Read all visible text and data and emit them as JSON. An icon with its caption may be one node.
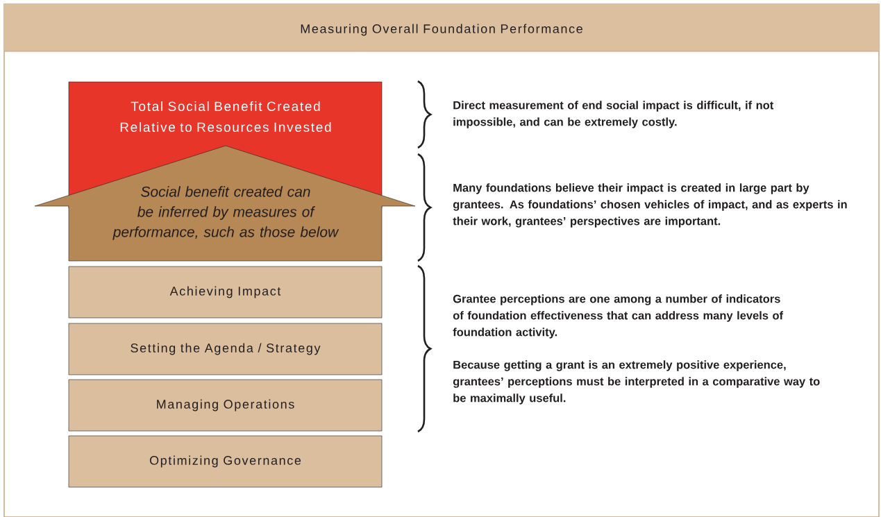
{
  "diagram": {
    "title": "Measuring Overall Foundation Performance",
    "nodes": [
      {
        "text": [
          "Total Social Benefit Created Relative to Resources Invested"
        ]
      },
      {
        "text": [
          "Social benefit created can be inferred by measures of performance, such as those below"
        ]
      },
      {
        "text": [
          "Achieving Impact"
        ]
      },
      {
        "text": [
          "Setting the Agenda / Strategy"
        ]
      },
      {
        "text": [
          "Managing Operations"
        ]
      },
      {
        "text": [
          "Optimizing Governance"
        ]
      }
    ],
    "labels": [
      "Direct measurement of end social impact is difficult, if not impossible, and can be extremely costly.",
      "Many foundations believe their impact is created in large part by grantees. As foundations’ chosen vehicles of impact, and as experts in their work, grantees’ perspectives are important.",
      "Grantee perceptions are one among a number of indicators of foundation effectiveness that can address many levels of foundation activity.",
      "Because getting a grant is an extremely positive experience, grantees’ perceptions must be interpreted in a comparative way to be maximally useful."
    ]
  }
}
